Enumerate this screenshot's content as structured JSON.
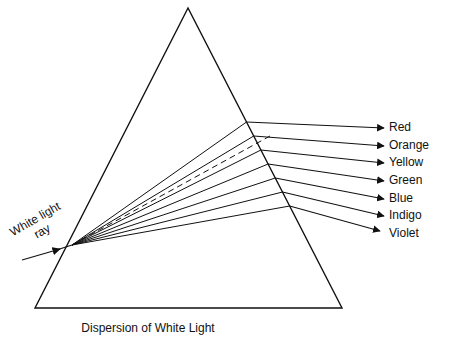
{
  "diagram": {
    "caption": "Dispersion of White Light",
    "labels": [
      "White light ray",
      "Red",
      "Orange",
      "Yellow",
      "Green",
      "Blue",
      "Indigo",
      "Violet"
    ]
  }
}
